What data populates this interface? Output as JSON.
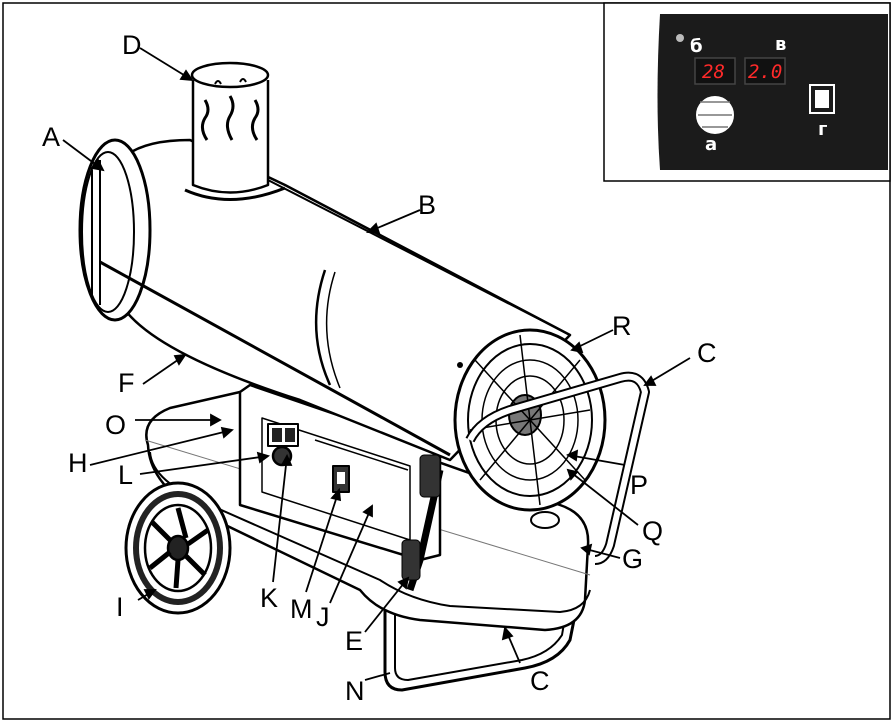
{
  "labels": {
    "A": "A",
    "B": "B",
    "C_top": "C",
    "C_bottom": "C",
    "D": "D",
    "E": "E",
    "F": "F",
    "G": "G",
    "H": "H",
    "I": "I",
    "J": "J",
    "K": "K",
    "L": "L",
    "M": "M",
    "N": "N",
    "O": "O",
    "P": "P",
    "Q": "Q",
    "R": "R"
  },
  "inset": {
    "label_a": "а",
    "label_b": "б",
    "label_v": "в",
    "label_g": "г",
    "display_left": "28",
    "display_right": "2.0"
  },
  "colors": {
    "line": "#000000",
    "panel": "#1b1b1b",
    "display": "#ff2a2a",
    "background": "#ffffff"
  }
}
